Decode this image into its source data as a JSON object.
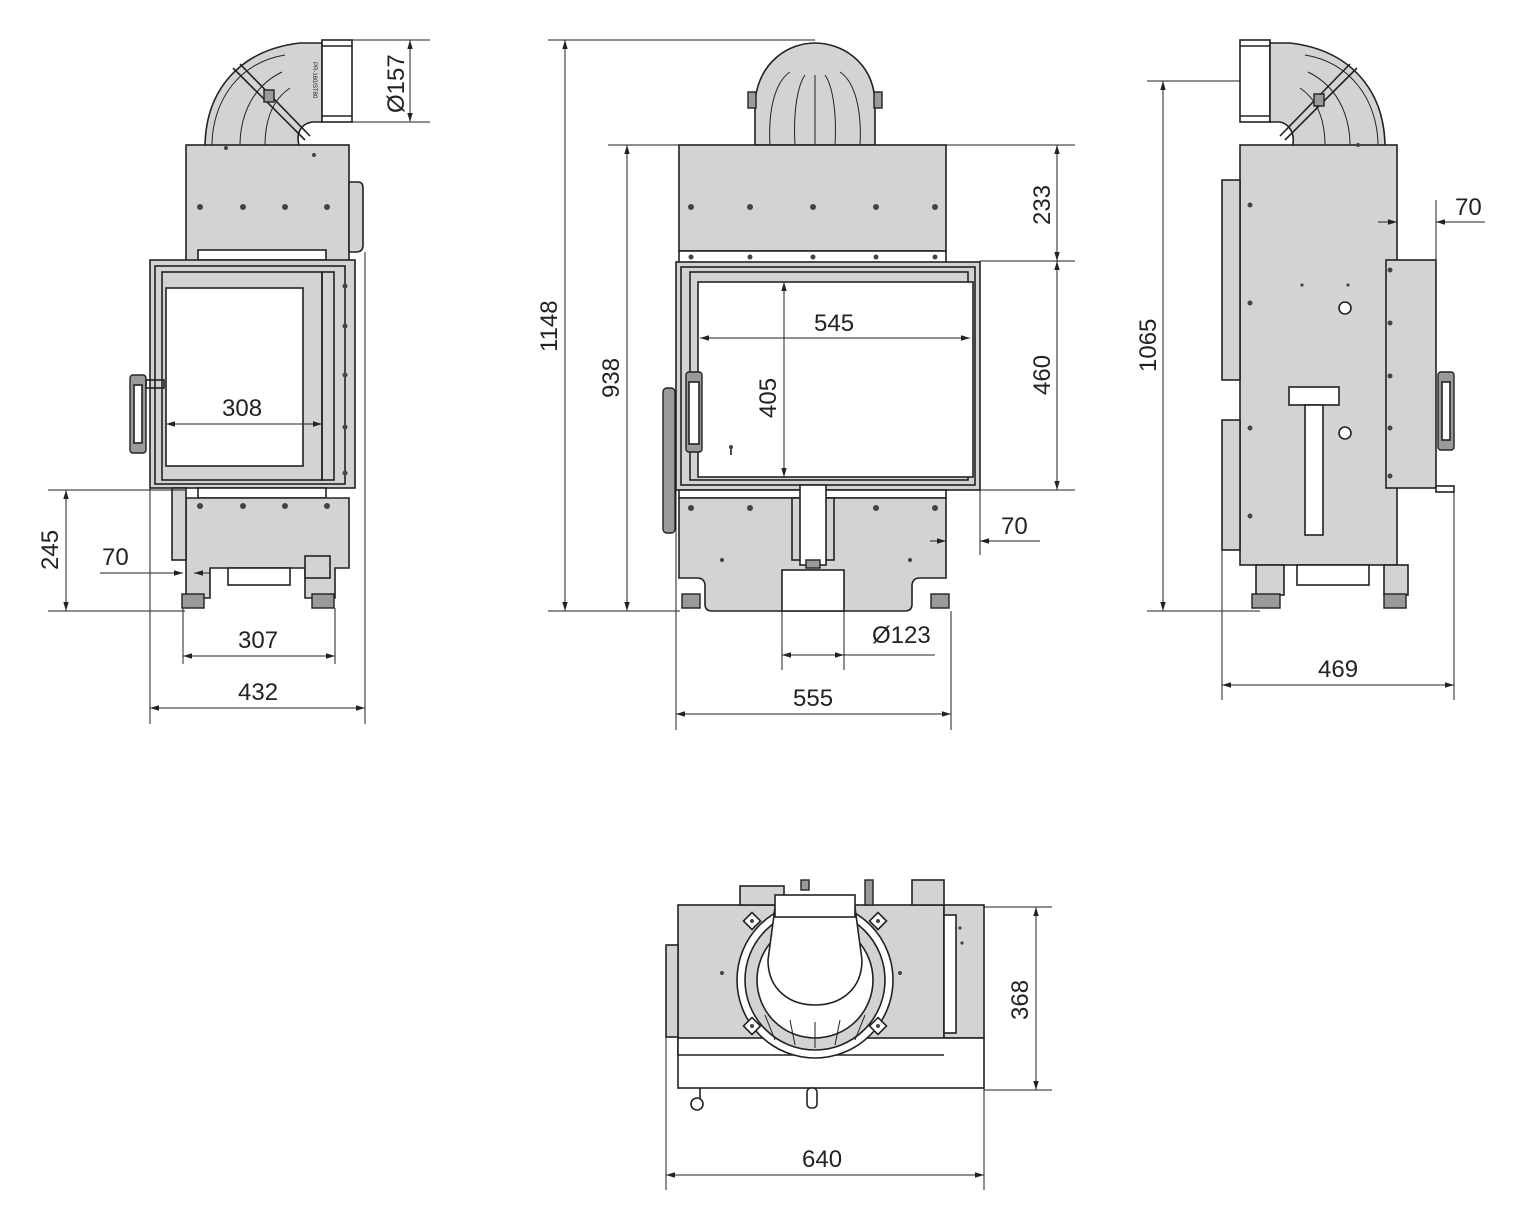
{
  "drawing": {
    "front_left_view": {
      "flue_diameter": "Ø157",
      "flue_label": "PR-160/ST80",
      "glass_width": "308",
      "leg_height": "245",
      "leg_offset": "70",
      "feet_spacing": "307",
      "overall_width": "432"
    },
    "front_view": {
      "overall_height": "1148",
      "body_height": "938",
      "glass_width": "545",
      "glass_height": "405",
      "top_section": "233",
      "door_height": "460",
      "side_offset": "70",
      "air_inlet_diameter": "Ø123",
      "overall_width": "555"
    },
    "side_view": {
      "overall_height": "1065",
      "rear_offset": "70",
      "overall_depth": "469"
    },
    "top_view": {
      "depth": "368",
      "width": "640"
    }
  }
}
